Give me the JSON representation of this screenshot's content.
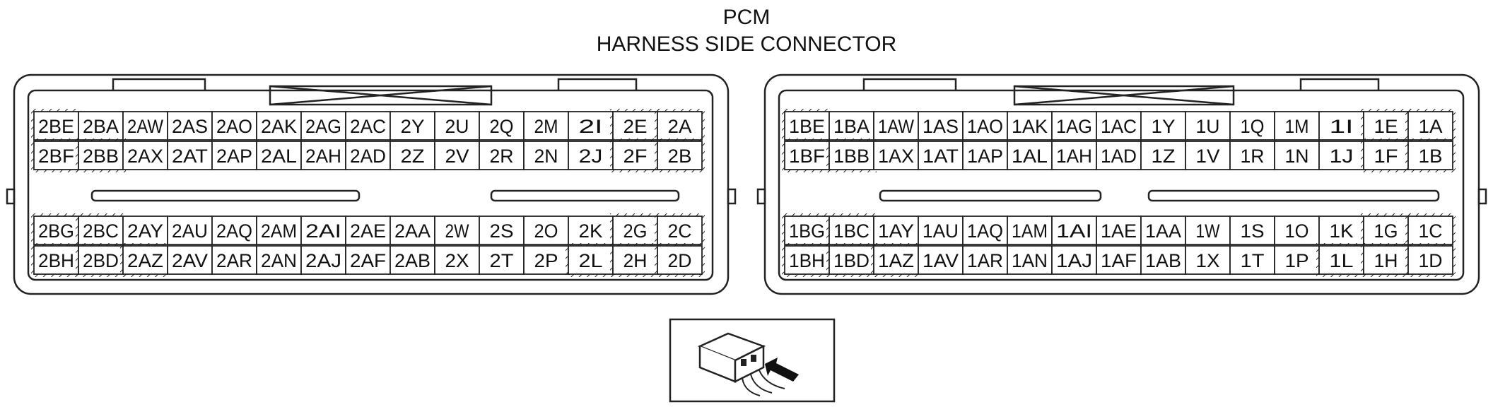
{
  "title_line1": "PCM",
  "title_line2": "HARNESS SIDE CONNECTOR",
  "icon": "connector-harness-view-icon",
  "connectors": [
    {
      "id": "connector-2",
      "rows": [
        [
          "2BE",
          "2BA",
          "2AW",
          "2AS",
          "2AO",
          "2AK",
          "2AG",
          "2AC",
          "2Y",
          "2U",
          "2Q",
          "2M",
          "2I",
          "2E",
          "2A"
        ],
        [
          "2BF",
          "2BB",
          "2AX",
          "2AT",
          "2AP",
          "2AL",
          "2AH",
          "2AD",
          "2Z",
          "2V",
          "2R",
          "2N",
          "2J",
          "2F",
          "2B"
        ],
        [
          "2BG",
          "2BC",
          "2AY",
          "2AU",
          "2AQ",
          "2AM",
          "2AI",
          "2AE",
          "2AA",
          "2W",
          "2S",
          "2O",
          "2K",
          "2G",
          "2C"
        ],
        [
          "2BH",
          "2BD",
          "2AZ",
          "2AV",
          "2AR",
          "2AN",
          "2AJ",
          "2AF",
          "2AB",
          "2X",
          "2T",
          "2P",
          "2L",
          "2H",
          "2D"
        ]
      ],
      "hatched": [
        "2BE",
        "2BF",
        "2BB",
        "2BG",
        "2BC",
        "2BH",
        "2BD",
        "2AZ",
        "2E",
        "2A",
        "2F",
        "2B",
        "2G",
        "2C",
        "2L",
        "2H",
        "2D"
      ]
    },
    {
      "id": "connector-1",
      "rows": [
        [
          "1BE",
          "1BA",
          "1AW",
          "1AS",
          "1AO",
          "1AK",
          "1AG",
          "1AC",
          "1Y",
          "1U",
          "1Q",
          "1M",
          "1I",
          "1E",
          "1A"
        ],
        [
          "1BF",
          "1BB",
          "1AX",
          "1AT",
          "1AP",
          "1AL",
          "1AH",
          "1AD",
          "1Z",
          "1V",
          "1R",
          "1N",
          "1J",
          "1F",
          "1B"
        ],
        [
          "1BG",
          "1BC",
          "1AY",
          "1AU",
          "1AQ",
          "1AM",
          "1AI",
          "1AE",
          "1AA",
          "1W",
          "1S",
          "1O",
          "1K",
          "1G",
          "1C"
        ],
        [
          "1BH",
          "1BD",
          "1AZ",
          "1AV",
          "1AR",
          "1AN",
          "1AJ",
          "1AF",
          "1AB",
          "1X",
          "1T",
          "1P",
          "1L",
          "1H",
          "1D"
        ]
      ],
      "hatched": [
        "1BE",
        "1BF",
        "1BB",
        "1BG",
        "1BC",
        "1BH",
        "1BD",
        "1AZ",
        "1E",
        "1A",
        "1F",
        "1B",
        "1G",
        "1C",
        "1L",
        "1H",
        "1D"
      ]
    }
  ]
}
